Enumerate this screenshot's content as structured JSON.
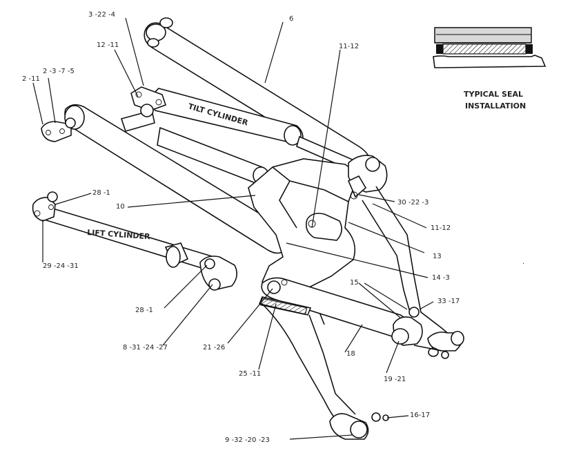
{
  "diagram": {
    "cylinders": {
      "tilt": "TILT CYLINDER",
      "lift": "LIFT CYLINDER"
    },
    "seal_caption": {
      "line1": "TYPICAL SEAL",
      "line2": "INSTALLATION"
    },
    "callouts": {
      "c1": "3 -22  -4",
      "c2": "6",
      "c3": "12 -11",
      "c4": "2 -11",
      "c5": "2 -3 -7 -5",
      "c6": "11-12",
      "c7": "28  -1",
      "c8": "10",
      "c9": "30  -22 -3",
      "c10": "11-12",
      "c11": "13",
      "c12": "29  -24  -31",
      "c13": "14 -3",
      "c14": "15",
      "c15": "33  -17",
      "c16": "28  -1",
      "c17": "8 -31 -24  -27",
      "c18": "21 -26",
      "c19": "18",
      "c20": "25  -11",
      "c21": "19  -21",
      "c22": "16-17",
      "c23": "9  -32  -20  -23"
    }
  }
}
